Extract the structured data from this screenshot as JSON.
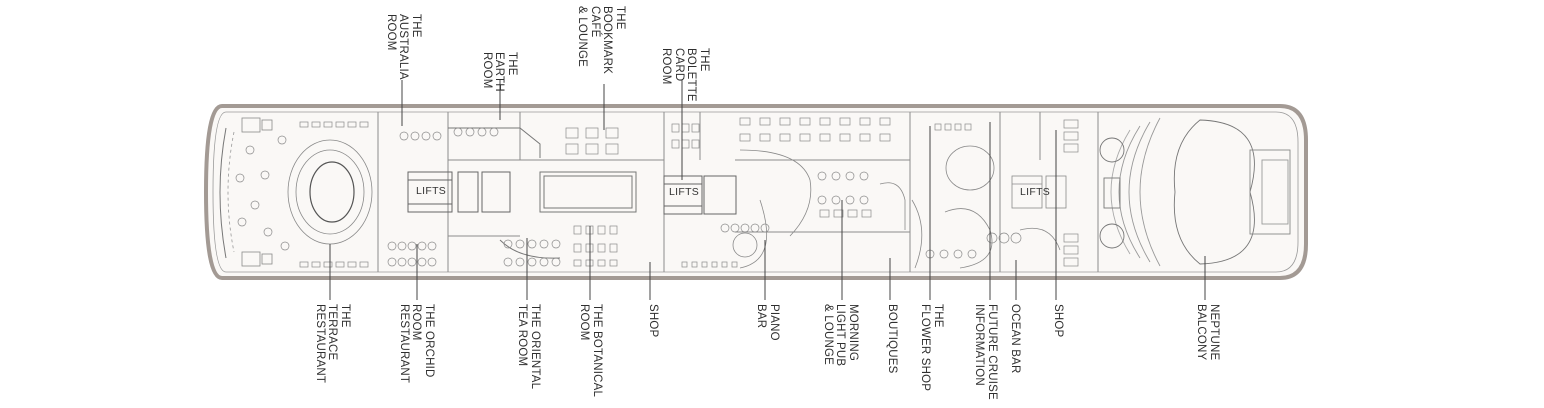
{
  "deck_plan": {
    "lifts_label": "LIFTS",
    "colors": {
      "hull": "#a39a94",
      "hull_fill": "#faf8f6",
      "line": "#777777",
      "furniture": "#8a8a8a"
    },
    "top_labels": [
      {
        "id": "australia-room",
        "text": "THE\nAUSTRALIA\nROOM"
      },
      {
        "id": "earth-room",
        "text": "THE\nEARTH\nROOM"
      },
      {
        "id": "bookmark-cafe",
        "text": "THE\nBOOKMARK\nCAFÉ\n& LOUNGE"
      },
      {
        "id": "bolette-card-room",
        "text": "THE\nBOLETTE\nCARD\nROOM"
      }
    ],
    "bottom_labels": [
      {
        "id": "terrace-restaurant",
        "text": "THE\nTERRACE\nRESTAURANT"
      },
      {
        "id": "orchid-room",
        "text": "THE ORCHID\nROOM\nRESTAURANT"
      },
      {
        "id": "oriental-tea-room",
        "text": "THE ORIENTAL\nTEA ROOM"
      },
      {
        "id": "botanical-room",
        "text": "THE BOTANICAL\nROOM"
      },
      {
        "id": "shop-1",
        "text": "SHOP"
      },
      {
        "id": "piano-bar",
        "text": "PIANO\nBAR"
      },
      {
        "id": "morning-light-pub",
        "text": "MORNING\nLIGHT PUB\n& LOUNGE"
      },
      {
        "id": "boutiques",
        "text": "BOUTIQUES"
      },
      {
        "id": "flower-shop",
        "text": "THE\nFLOWER SHOP"
      },
      {
        "id": "future-cruise",
        "text": "FUTURE CRUISE\nINFORMATION"
      },
      {
        "id": "ocean-bar",
        "text": "OCEAN BAR"
      },
      {
        "id": "shop-2",
        "text": "SHOP"
      },
      {
        "id": "neptune-balcony",
        "text": "NEPTUNE\nBALCONY"
      }
    ]
  }
}
